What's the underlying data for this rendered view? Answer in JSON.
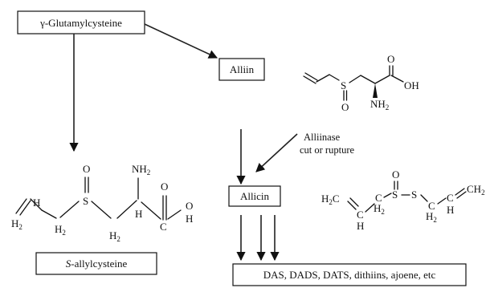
{
  "nodes": {
    "glutamylcysteine": "γ-Glutamylcysteine",
    "alliin": "Alliin",
    "allicin": "Allicin",
    "allylcysteine_prefix": "S",
    "allylcysteine_rest": "-allylcysteine",
    "products": "DAS, DADS, DATS, dithiins, ajoene, etc"
  },
  "annotation": {
    "line1": "Alliinase",
    "line2": "cut or rupture"
  },
  "alliin_structure": {
    "sulfur": "S",
    "oxygen": "O",
    "carbonyl_o": "O",
    "hydroxyl": "OH",
    "amine": "NH",
    "amine_sub": "2"
  },
  "allylcysteine_structure": {
    "sulfur": "S",
    "oxygen": "O",
    "amine": "NH",
    "amine_sub": "2",
    "hydrogen": "H",
    "ch2": "H",
    "ch2_sub": "2",
    "carbon": "C",
    "carbonyl_o": "O",
    "hydroxyl": "H"
  },
  "allicin_structure": {
    "h2c": "H",
    "h2c_sub": "2",
    "c": "C",
    "h": "H",
    "ch2_sub": "2",
    "s": "S",
    "o": "O",
    "ch2_end": "CH",
    "ch2_end_sub": "2"
  }
}
